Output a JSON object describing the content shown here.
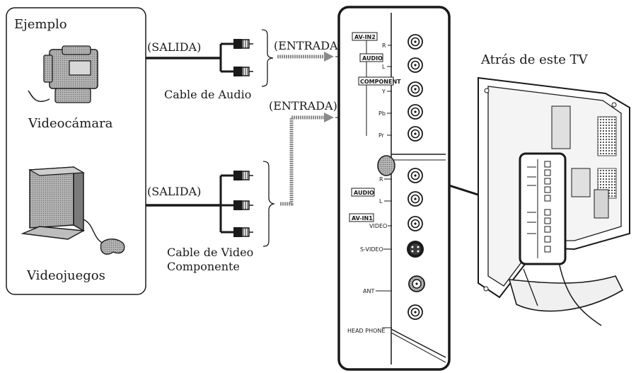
{
  "example": {
    "heading": "Ejemplo",
    "camcorder_label": "Videocámara",
    "console_label": "Videojuegos"
  },
  "cables": {
    "output_label_top": "(SALIDA)",
    "output_label_bottom": "(SALIDA)",
    "input_label_top": "(ENTRADA)",
    "input_label_middle": "(ENTRADA)",
    "audio_cable_label": "Cable de Audio",
    "video_cable_label_line1": "Cable de Video",
    "video_cable_label_line2": "Componente"
  },
  "panel": {
    "av_in2": "AV-IN2",
    "audio_top": "AUDIO",
    "component": "COMPONENT",
    "r_top": "R",
    "l_top": "L",
    "y": "Y",
    "pb": "Pb",
    "pr": "Pr",
    "r_bottom": "R",
    "audio_bottom": "AUDIO",
    "l_bottom": "L",
    "av_in1": "AV-IN1",
    "video": "VIDEO",
    "s_video": "S-VIDEO",
    "ant": "ANT",
    "head_phone": "HEAD PHONE"
  },
  "tv": {
    "rear_label": "Atrás de este TV"
  },
  "colors": {
    "line": "#1a1a1a",
    "arrow_gray": "#8a8a8a",
    "device_gray": "#9a9a9a"
  }
}
